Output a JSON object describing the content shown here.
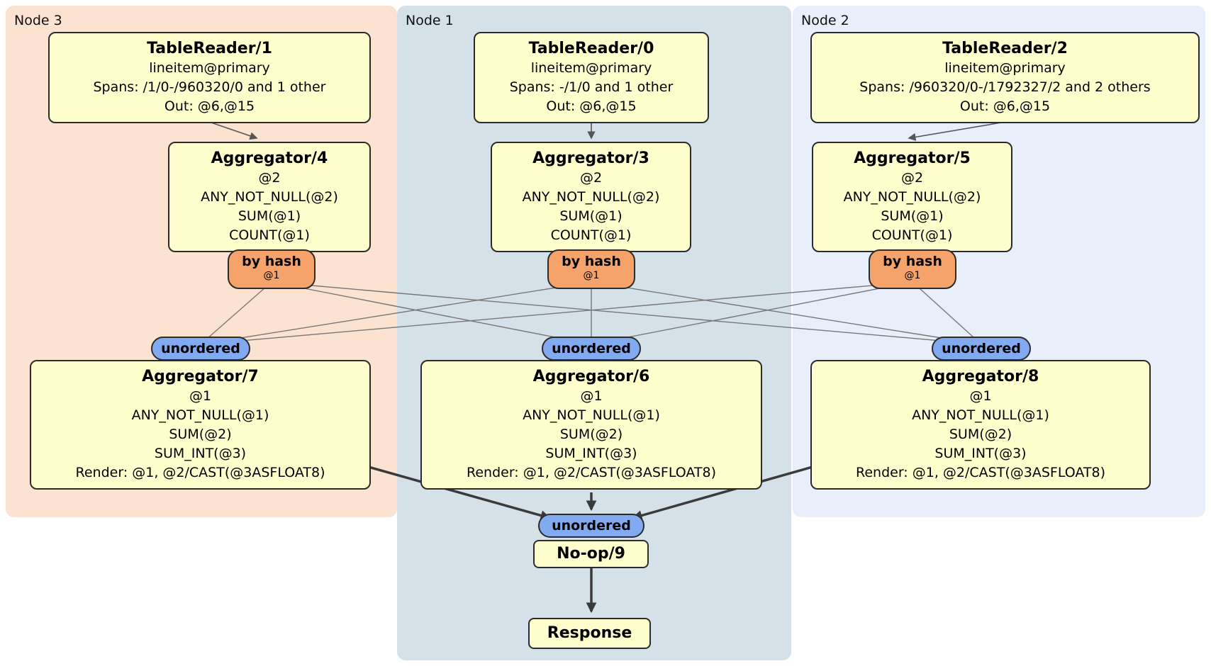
{
  "panels": {
    "node3": {
      "label": "Node 3"
    },
    "node1": {
      "label": "Node 1"
    },
    "node2": {
      "label": "Node 2"
    }
  },
  "processors": {
    "tablereader1": {
      "title": "TableReader/1",
      "lines": [
        "lineitem@primary",
        "Spans: /1/0-/960320/0 and 1 other",
        "Out: @6,@15"
      ]
    },
    "tablereader0": {
      "title": "TableReader/0",
      "lines": [
        "lineitem@primary",
        "Spans: -/1/0 and 1 other",
        "Out: @6,@15"
      ]
    },
    "tablereader2": {
      "title": "TableReader/2",
      "lines": [
        "lineitem@primary",
        "Spans: /960320/0-/1792327/2 and 2 others",
        "Out: @6,@15"
      ]
    },
    "aggregator4": {
      "title": "Aggregator/4",
      "lines": [
        "@2",
        "ANY_NOT_NULL(@2)",
        "SUM(@1)",
        "COUNT(@1)"
      ]
    },
    "aggregator3": {
      "title": "Aggregator/3",
      "lines": [
        "@2",
        "ANY_NOT_NULL(@2)",
        "SUM(@1)",
        "COUNT(@1)"
      ]
    },
    "aggregator5": {
      "title": "Aggregator/5",
      "lines": [
        "@2",
        "ANY_NOT_NULL(@2)",
        "SUM(@1)",
        "COUNT(@1)"
      ]
    },
    "aggregator7": {
      "title": "Aggregator/7",
      "lines": [
        "@1",
        "ANY_NOT_NULL(@1)",
        "SUM(@2)",
        "SUM_INT(@3)",
        "Render: @1, @2/CAST(@3ASFLOAT8)"
      ]
    },
    "aggregator6": {
      "title": "Aggregator/6",
      "lines": [
        "@1",
        "ANY_NOT_NULL(@1)",
        "SUM(@2)",
        "SUM_INT(@3)",
        "Render: @1, @2/CAST(@3ASFLOAT8)"
      ]
    },
    "aggregator8": {
      "title": "Aggregator/8",
      "lines": [
        "@1",
        "ANY_NOT_NULL(@1)",
        "SUM(@2)",
        "SUM_INT(@3)",
        "Render: @1, @2/CAST(@3ASFLOAT8)"
      ]
    },
    "noop9": {
      "title": "No-op/9"
    },
    "response": {
      "title": "Response"
    }
  },
  "routers": {
    "by_hash": {
      "label": "by hash",
      "sub": "@1"
    }
  },
  "streams": {
    "unordered": {
      "label": "unordered"
    }
  },
  "colors": {
    "node3_bg": "#fce2d1",
    "node1_bg": "#d4e1e8",
    "node2_bg": "#e8eefa",
    "processor_bg": "#ffffce",
    "router_bg": "#f5a36a",
    "stream_bg": "#82aaf0",
    "edge": "#6e6e6e",
    "edge_thick": "#3a3a3a"
  }
}
